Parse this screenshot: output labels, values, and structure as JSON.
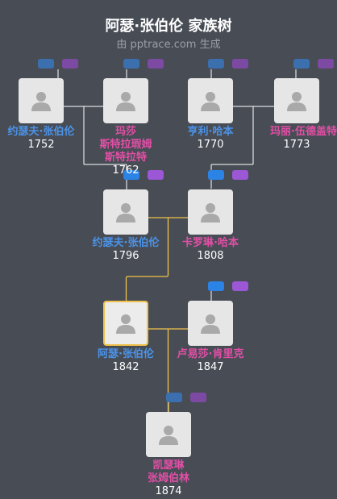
{
  "header": {
    "title": "阿瑟·张伯伦 家族树",
    "subtitle": "由 pptrace.com 生成"
  },
  "people": {
    "p1": {
      "name": "约瑟夫·张伯伦",
      "year": "1752"
    },
    "p2": {
      "name1": "玛莎",
      "name2": "斯特拉瑕姆",
      "name3": "斯特拉特",
      "year": "1762"
    },
    "p3": {
      "name": "亨利·哈本",
      "year": "1770"
    },
    "p4": {
      "name": "玛丽·伍德盖特",
      "year": "1773"
    },
    "p5": {
      "name": "约瑟夫·张伯伦",
      "year": "1796"
    },
    "p6": {
      "name": "卡罗琳·哈本",
      "year": "1808"
    },
    "p7": {
      "name": "阿瑟·张伯伦",
      "year": "1842"
    },
    "p8": {
      "name": "卢易莎·肯里克",
      "year": "1847"
    },
    "p9": {
      "name1": "凯瑟琳",
      "name2": "张姆伯林",
      "year": "1874"
    }
  },
  "colors": {
    "background": "#474c55",
    "male": "#4c93e8",
    "female": "#e34fa6",
    "line": "#ffffff",
    "highlight_line": "#f0c24b",
    "father_button": "#2b83e6",
    "mother_button": "#9b57d6"
  },
  "icons": {
    "avatar": "person-silhouette-icon",
    "parent_button": "rounded-rectangle"
  }
}
